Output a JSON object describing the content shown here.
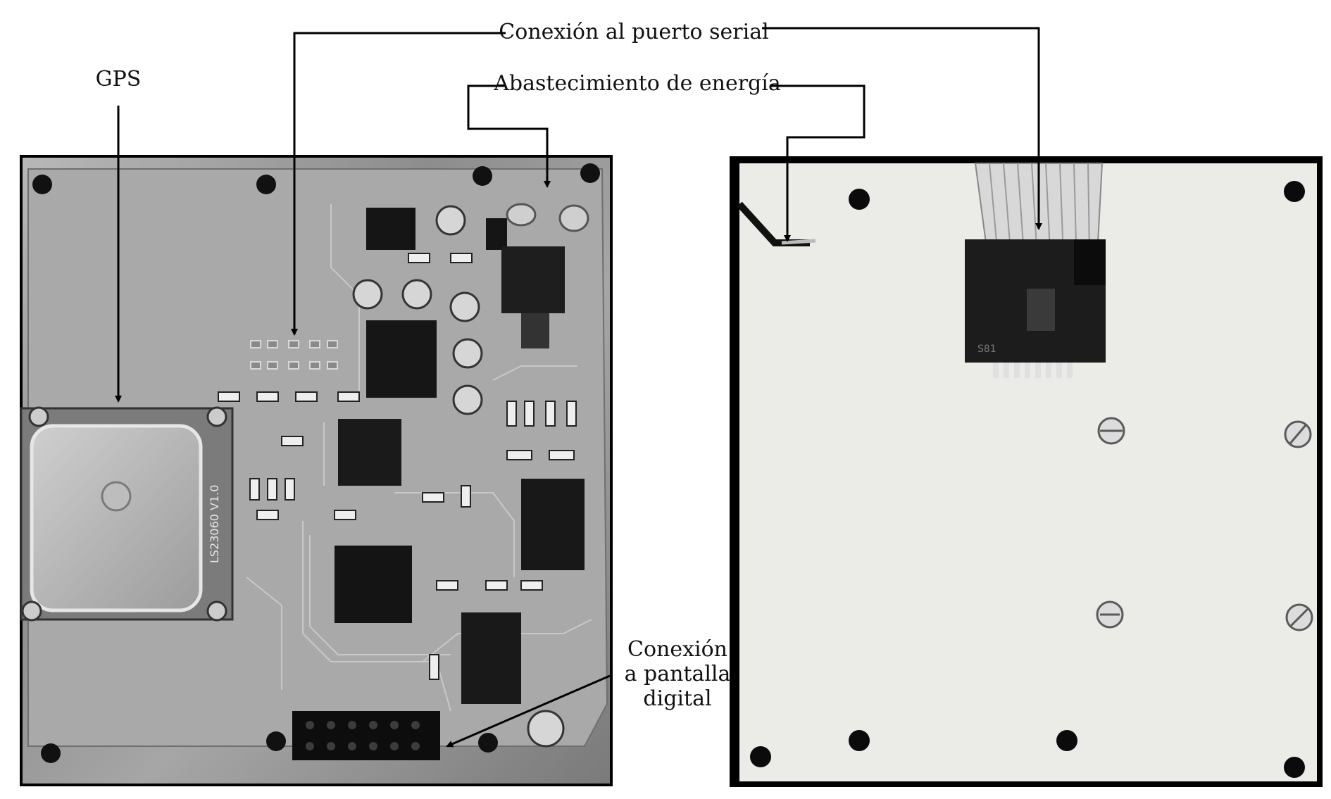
{
  "labels": {
    "gps": "GPS",
    "serial": "Conexión al puerto serial",
    "power": "Abastecimiento de energía",
    "display_line1": "Conexión",
    "display_line2": "a pantalla",
    "display_line3": "digital"
  },
  "photos": {
    "left": {
      "chip_text": "LS23060 V1.0"
    },
    "right": {
      "connector_text": "S81"
    }
  },
  "colors": {
    "line": "#000000",
    "board_left": "#9a9a9a",
    "board_right": "#ebebe8"
  }
}
